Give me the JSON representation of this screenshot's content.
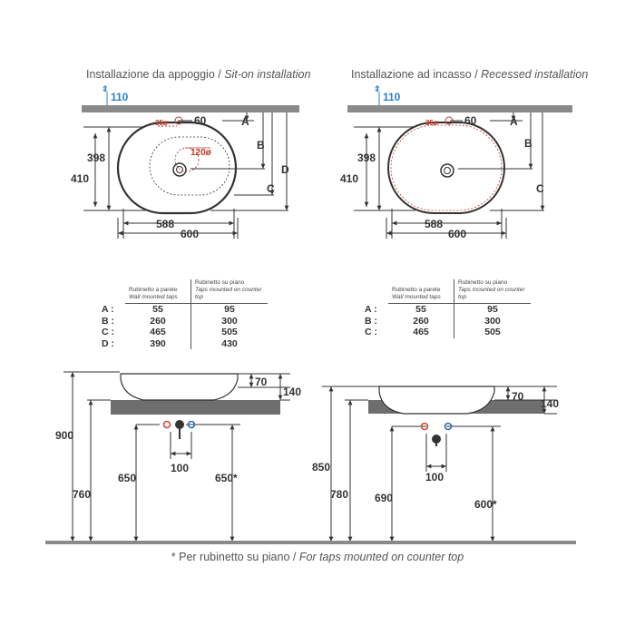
{
  "left": {
    "title": "Installazione da appoggio /",
    "title_en": "Sit-on installation",
    "dims": {
      "top": "110",
      "taps": "35ø",
      "tapsOffset": "60",
      "drain": "120ø",
      "innerWidth": "588",
      "outerWidth": "600",
      "innerDepth": "398",
      "outerDepth": "410",
      "A": "A",
      "B": "B",
      "C": "C",
      "D": "D"
    },
    "table": {
      "col1_it": "Rubinetto a parete",
      "col1_en": "Wall mounted taps",
      "col2_it": "Rubinetto su piano",
      "col2_en": "Taps mounted on counter top",
      "rows": [
        {
          "key": "A :",
          "wall": "55",
          "counter": "95"
        },
        {
          "key": "B :",
          "wall": "260",
          "counter": "300"
        },
        {
          "key": "C :",
          "wall": "465",
          "counter": "505"
        },
        {
          "key": "D :",
          "wall": "390",
          "counter": "430"
        }
      ]
    },
    "elevation": {
      "h70": "70",
      "h140": "140",
      "h900": "900",
      "h760": "760",
      "h650": "650",
      "h650star": "650*",
      "w100": "100"
    }
  },
  "right": {
    "title": "Installazione ad incasso /",
    "title_en": "Recessed installation",
    "dims": {
      "top": "110",
      "taps": "35ø",
      "tapsOffset": "60",
      "innerWidth": "588",
      "outerWidth": "600",
      "innerDepth": "398",
      "outerDepth": "410",
      "A": "A",
      "B": "B",
      "C": "C"
    },
    "table": {
      "col1_it": "Rubinetto a parete",
      "col1_en": "Wall mounted taps",
      "col2_it": "Rubinetto su piano",
      "col2_en": "Taps mounted on counter top",
      "rows": [
        {
          "key": "A :",
          "wall": "55",
          "counter": "95"
        },
        {
          "key": "B :",
          "wall": "260",
          "counter": "300"
        },
        {
          "key": "C :",
          "wall": "465",
          "counter": "505"
        }
      ]
    },
    "elevation": {
      "h70": "70",
      "h140": "140",
      "h850": "850",
      "h780": "780",
      "h690": "690",
      "h600star": "600*",
      "w100": "100"
    }
  },
  "footnote": {
    "it": "* Per rubinetto su piano /",
    "en": "For taps mounted on counter top"
  },
  "colors": {
    "line": "#333333",
    "counter": "#8a8a8a",
    "dashedRed": "#c0392b",
    "tapRed": "#d0463a",
    "tapBlue": "#2f6db3",
    "accentBlue": "#2a7fd0"
  }
}
